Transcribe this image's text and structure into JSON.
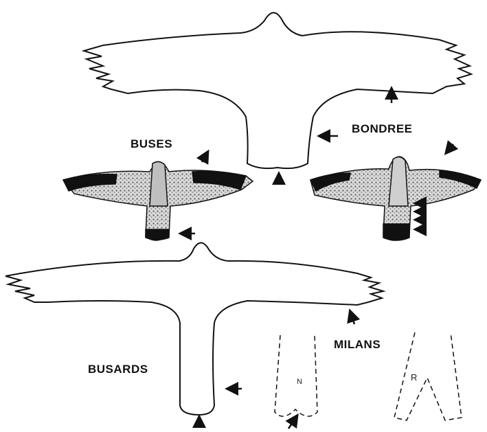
{
  "labels": {
    "buses": "BUSES",
    "bondree": "BONDREE",
    "milans": "MILANS",
    "busards": "BUSARDS",
    "letter_n": "N",
    "letter_r": "R"
  },
  "colors": {
    "ink": "#111111",
    "paper": "#ffffff",
    "mottled": "#6b6b6b"
  }
}
